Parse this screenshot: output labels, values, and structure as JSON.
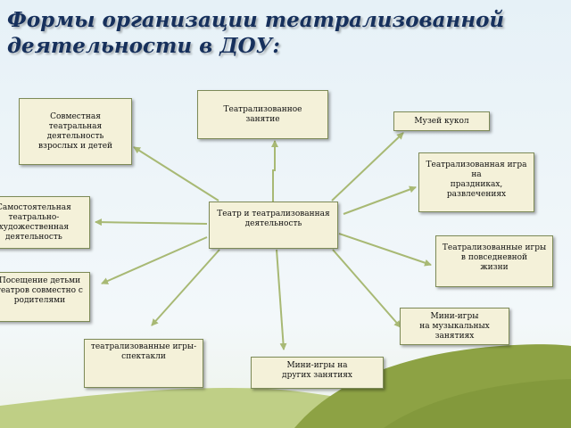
{
  "title": {
    "line1": "Формы организации театрализованной",
    "line2": "деятельности в ДОУ:"
  },
  "center": "Театр   и театрализованная\nдеятельность",
  "boxes": {
    "joint": "Совместная театральная\nдеятельность\nвзрослых и детей",
    "lesson": "Театрализованное\nзанятие",
    "museum": "Музей кукол",
    "holiday": "Театрализованная игра\nна\nпраздниках,\nразвлечениях",
    "independent": "Самостоятельная\nтеатрально-\nхудожественная\nдеятельность",
    "daily": "Театрализованные игры\nв повседневной\nжизни",
    "visit": "Посещение детьми\nтеатров совместно с\nродителями",
    "music": "Мини-игры\nна музыкальных\nзанятиях",
    "games": "театрализованные игры-\nспектакли",
    "other": "Мини-игры на\nдругих занятиях"
  },
  "colors": {
    "title": "#16305c",
    "box_fill": "#f4f1d9",
    "box_border": "#7d8a57",
    "arrow": "#a8b974",
    "hill_dark": "#8da244",
    "hill_light": "#b6c873"
  }
}
